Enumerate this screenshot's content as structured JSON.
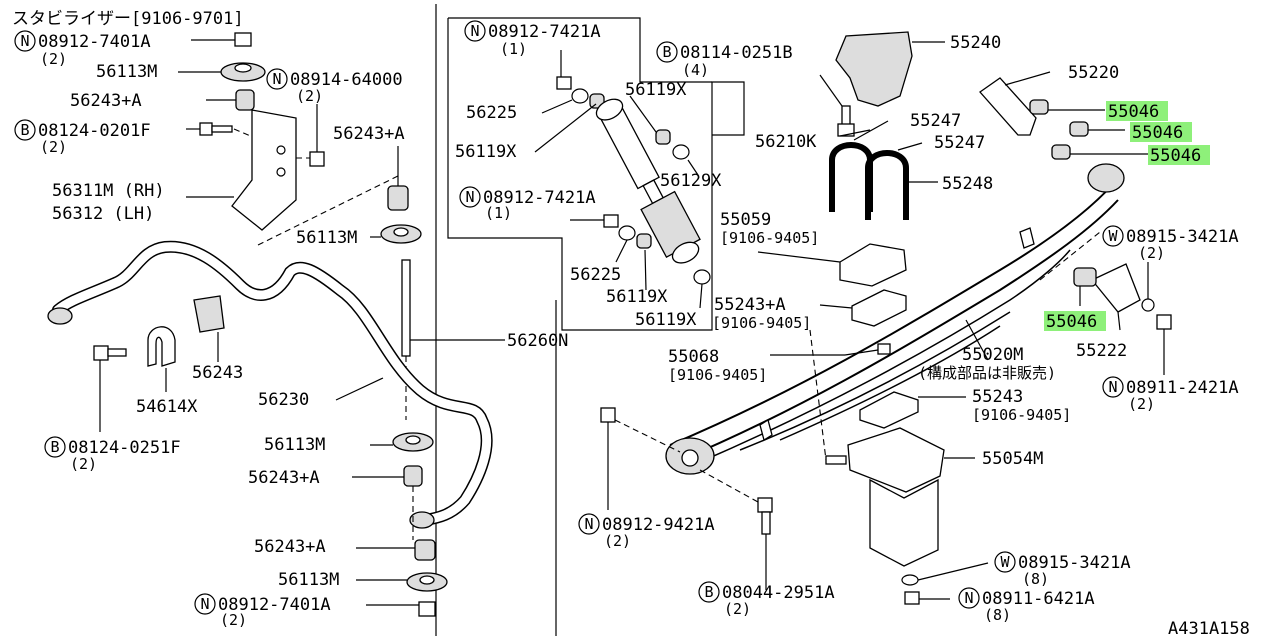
{
  "diagram": {
    "title": "スタビライザー[9106-9701]",
    "code": "A431A158",
    "highlight_color": "#8ef07a",
    "labels": {
      "n_08912_7401A_top": "08912-7401A",
      "q_top_2": "(2)",
      "p_56113M_a": "56113M",
      "n_08914_64000": "08914-64000",
      "q_08914": "(2)",
      "p_56243A_a": "56243+A",
      "b_08124_0201F": "08124-0201F",
      "q_08124_0201F": "(2)",
      "p_56243A_b": "56243+A",
      "p_56311M": "56311M (RH)",
      "p_56312": "56312  (LH)",
      "p_56113M_b": "56113M",
      "p_56260N": "56260N",
      "p_56243": "56243",
      "p_54614X": "54614X",
      "p_56230": "56230",
      "b_08124_0251F": "08124-0251F",
      "q_08124_0251F": "(2)",
      "p_56113M_c": "56113M",
      "p_56243A_c": "56243+A",
      "p_56243A_d": "56243+A",
      "p_56113M_d": "56113M",
      "n_08912_7401A_bot": "08912-7401A",
      "q_bot_2": "(2)",
      "n_08912_7421A_a": "08912-7421A",
      "q_7421A_a": "(1)",
      "p_56225_a": "56225",
      "p_56119X_a": "56119X",
      "p_56119X_b": "56119X",
      "p_56129X": "56129X",
      "b_08114_0251B": "08114-0251B",
      "q_08114": "(4)",
      "p_56210K": "56210K",
      "n_08912_7421A_b": "08912-7421A",
      "q_7421A_b": "(1)",
      "p_56225_b": "56225",
      "p_56119X_c": "56119X",
      "p_56119X_d": "56119X",
      "p_55240": "55240",
      "p_55220": "55220",
      "p_55046_a": "55046",
      "p_55046_b": "55046",
      "p_55046_c": "55046",
      "p_55247_a": "55247",
      "p_55247_b": "55247",
      "p_55248": "55248",
      "p_55059": "55059",
      "r_55059": "[9106-9405]",
      "w_08915_3421A_a": "08915-3421A",
      "q_08915_a": "(2)",
      "p_55243A": "55243+A",
      "r_55243A": "[9106-9405]",
      "p_55046_d": "55046",
      "p_55222": "55222",
      "p_55068": "55068",
      "r_55068": "[9106-9405]",
      "p_55020M": "55020M",
      "note_55020M": "(構成部品は非販売)",
      "n_08911_2421A": "08911-2421A",
      "q_08911_2421A": "(2)",
      "p_55243": "55243",
      "r_55243": "[9106-9405]",
      "p_55054M": "55054M",
      "n_08912_9421A": "08912-9421A",
      "q_08912_9421A": "(2)",
      "w_08915_3421A_b": "08915-3421A",
      "q_08915_b": "(8)",
      "b_08044_2951A": "08044-2951A",
      "q_08044": "(2)",
      "n_08911_6421A": "08911-6421A",
      "q_08911_6421A": "(8)"
    },
    "prefix": {
      "N": "N",
      "B": "B",
      "W": "W"
    }
  }
}
